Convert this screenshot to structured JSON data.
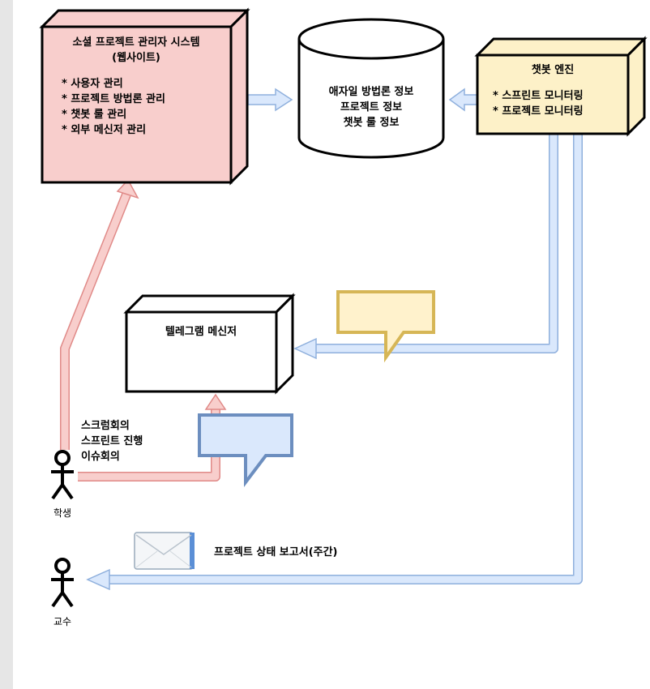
{
  "nodes": {
    "website": {
      "title_line1": "소셜 프로젝트 관리자 시스템",
      "title_line2": "(웹사이트)",
      "items": [
        "* 사용자 관리",
        "* 프로젝트 방법론 관리",
        "* 챗봇 룰 관리",
        "* 외부 메신저 관리"
      ]
    },
    "database": {
      "lines": [
        "애자일 방법론 정보",
        "프로젝트 정보",
        "챗봇 룰 정보"
      ]
    },
    "chatbot": {
      "title": "챗봇 엔진",
      "items": [
        "* 스프린트 모니터링",
        "* 프로젝트 모니터링"
      ]
    },
    "telegram": {
      "title": "텔레그램 메신저"
    }
  },
  "annotations": {
    "student_activities": [
      "스크럼회의",
      "스프린트 진행",
      "이슈회의"
    ],
    "report": "프로젝트 상태 보고서(주간)"
  },
  "actors": {
    "student": "학생",
    "professor": "교수"
  },
  "colors": {
    "website_fill": "#f8cecc",
    "chatbot_fill": "#fdf1c8",
    "arrow_blue": "#dae8fc",
    "arrow_blue_stroke": "#8fb0dd",
    "arrow_red": "#f8cecc",
    "arrow_red_stroke": "#e08a88",
    "bubble_yellow": "#fff2cc",
    "bubble_yellow_stroke": "#d6b656",
    "bubble_blue": "#dae8fc",
    "bubble_blue_stroke": "#6c8ebf"
  }
}
